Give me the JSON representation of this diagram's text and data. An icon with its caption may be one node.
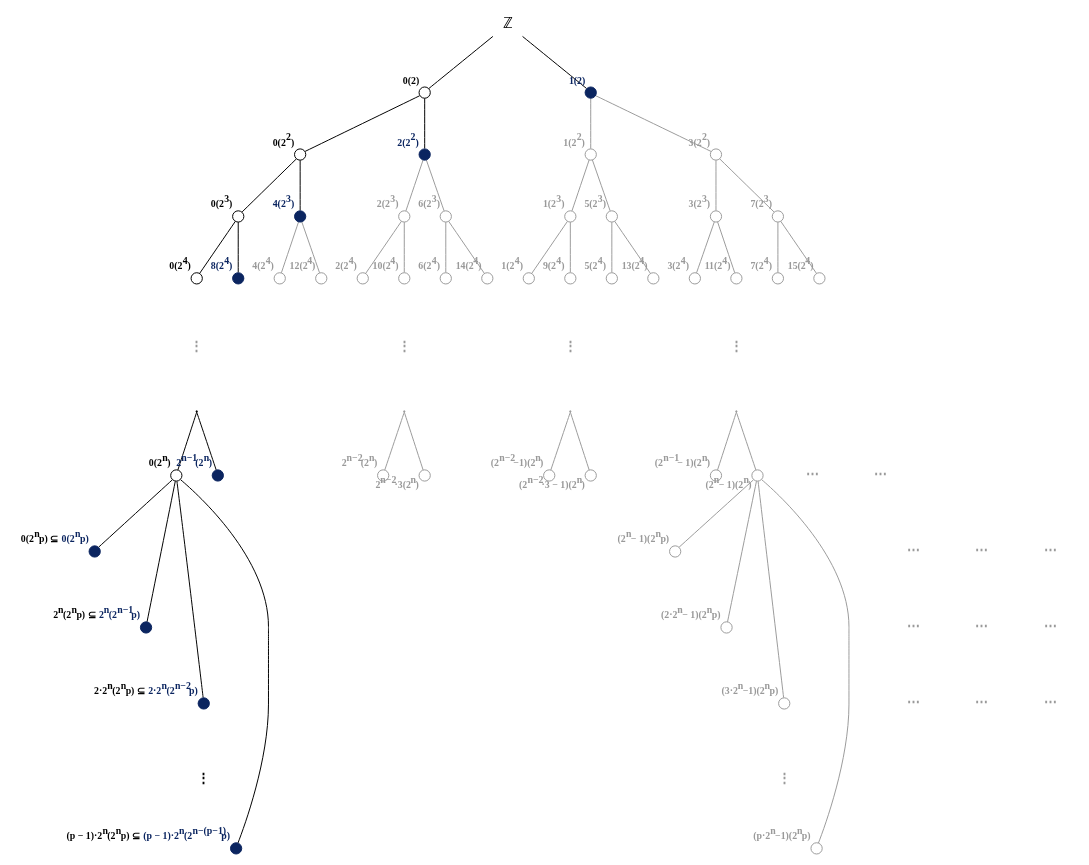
{
  "diagram": {
    "nodes": [
      {
        "text": [
          "ℤ"
        ]
      },
      {
        "text": [],
        "shape": "circle",
        "beside": [
          "0(2)"
        ]
      },
      {
        "text": [],
        "shape": "circle",
        "beside": [
          "1(2)"
        ]
      },
      {
        "text": [],
        "shape": "circle",
        "beside": [
          "0(2$^{2}$)"
        ]
      },
      {
        "text": [],
        "shape": "circle",
        "beside": [
          "2(2$^{2}$)"
        ]
      },
      {
        "text": [],
        "shape": "circle",
        "beside": [
          "1(2$^{2}$)"
        ]
      },
      {
        "text": [],
        "shape": "circle",
        "beside": [
          "3(2$^{2}$)"
        ]
      },
      {
        "text": [],
        "shape": "circle",
        "beside": [
          "0(2$^{3}$)"
        ]
      },
      {
        "text": [],
        "shape": "circle",
        "beside": [
          "4(2$^{3}$)"
        ]
      },
      {
        "text": [],
        "shape": "circle",
        "beside": [
          "2(2$^{3}$)"
        ]
      },
      {
        "text": [],
        "shape": "circle",
        "beside": [
          "6(2$^{3}$)"
        ]
      },
      {
        "text": [],
        "shape": "circle",
        "beside": [
          "1(2$^{3}$)"
        ]
      },
      {
        "text": [],
        "shape": "circle",
        "beside": [
          "5(2$^{3}$)"
        ]
      },
      {
        "text": [],
        "shape": "circle",
        "beside": [
          "3(2$^{3}$)"
        ]
      },
      {
        "text": [],
        "shape": "circle",
        "beside": [
          "7(2$^{3}$)"
        ]
      },
      {
        "text": [],
        "shape": "circle",
        "beside": [
          "0(2$^{4}$)"
        ]
      },
      {
        "text": [],
        "shape": "circle",
        "beside": [
          "8(2$^{4}$)"
        ]
      },
      {
        "text": [],
        "shape": "circle",
        "beside": [
          "4(2$^{4}$)"
        ]
      },
      {
        "text": [],
        "shape": "circle",
        "beside": [
          "12(2$^{4}$)"
        ]
      },
      {
        "text": [],
        "shape": "circle",
        "beside": [
          "2(2$^{4}$)"
        ]
      },
      {
        "text": [],
        "shape": "circle",
        "beside": [
          "10(2$^{4}$)"
        ]
      },
      {
        "text": [],
        "shape": "circle",
        "beside": [
          "6(2$^{4}$)"
        ]
      },
      {
        "text": [],
        "shape": "circle",
        "beside": [
          "14(2$^{4}$)"
        ]
      },
      {
        "text": [],
        "shape": "circle",
        "beside": [
          "1(2$^{4}$)"
        ]
      },
      {
        "text": [],
        "shape": "circle",
        "beside": [
          "9(2$^{4}$)"
        ]
      },
      {
        "text": [],
        "shape": "circle",
        "beside": [
          "5(2$^{4}$)"
        ]
      },
      {
        "text": [],
        "shape": "circle",
        "beside": [
          "13(2$^{4}$)"
        ]
      },
      {
        "text": [],
        "shape": "circle",
        "beside": [
          "3(2$^{4}$)"
        ]
      },
      {
        "text": [],
        "shape": "circle",
        "beside": [
          "11(2$^{4}$)"
        ]
      },
      {
        "text": [],
        "shape": "circle",
        "beside": [
          "7(2$^{4}$)"
        ]
      },
      {
        "text": [],
        "shape": "circle",
        "beside": [
          "15(2$^{4}$)"
        ]
      },
      {
        "text": [],
        "shape": "circle",
        "beside": [
          "0(2$^{n}$)"
        ]
      },
      {
        "text": [],
        "shape": "circle",
        "beside": [
          "2$^{n−1}$(2$^{n}$)"
        ]
      },
      {
        "text": [],
        "shape": "circle",
        "beside": [
          "2$^{n−2}$(2$^{n}$)"
        ]
      },
      {
        "text": [],
        "shape": "circle",
        "beside": [
          "2$^{n−2}$·3(2$^{n}$)"
        ]
      },
      {
        "text": [],
        "shape": "circle",
        "beside": [
          "(2$^{n−2}$−1)(2$^{n}$)"
        ]
      },
      {
        "text": [],
        "shape": "circle",
        "beside": [
          "(2$^{n−2}$·3 − 1)(2$^{n}$)"
        ]
      },
      {
        "text": [],
        "shape": "circle",
        "beside": [
          "(2$^{n−1}$− 1)(2$^{n}$)"
        ]
      },
      {
        "text": [],
        "shape": "circle",
        "beside": [
          "(2$^{n}$− 1)(2$^{n}$)"
        ]
      },
      {
        "text": [],
        "shape": "circle",
        "beside": [
          "0(2$^{n}$p) ⊆",
          "0(2$^{n}$p)"
        ]
      },
      {
        "text": [],
        "shape": "circle",
        "beside": [
          "2$^{n}$(2$^{n}$p) ⊆",
          "2$^{n}$(2$^{n−1}$p)"
        ]
      },
      {
        "text": [],
        "shape": "circle",
        "beside": [
          "2·2$^{n}$(2$^{n}$p) ⊆",
          "2·2$^{n}$(2$^{n−2}$p)"
        ]
      },
      {
        "text": [],
        "shape": "circle",
        "beside": [
          "(p − 1)·2$^{n}$(2$^{n}$p) ⊆",
          "(p − 1)·2$^{n}$(2$^{n−(p−1)}$p)"
        ]
      },
      {
        "text": [],
        "shape": "circle",
        "beside": [
          "(2$^{n}$− 1)(2$^{n}$p)"
        ]
      },
      {
        "text": [],
        "shape": "circle",
        "beside": [
          "(2·2$^{n}$− 1)(2$^{n}$p)"
        ]
      },
      {
        "text": [],
        "shape": "circle",
        "beside": [
          "(3·2$^{n}$−1)(2$^{n}$p)"
        ]
      },
      {
        "text": [],
        "shape": "circle",
        "beside": [
          "(p·2$^{n}$−1)(2$^{n}$p)"
        ]
      },
      {
        "text": [],
        "shape": "point"
      },
      {
        "text": [],
        "shape": "point"
      },
      {
        "text": [],
        "shape": "point"
      },
      {
        "text": [],
        "shape": "point"
      }
    ],
    "edges": [
      {
        "from": 0,
        "to": 1,
        "arrow": "none",
        "color": "#000000"
      },
      {
        "from": 0,
        "to": 2,
        "arrow": "none",
        "color": "#000000"
      },
      {
        "from": 1,
        "to": 3,
        "arrow": "none",
        "color": "#000000"
      },
      {
        "from": 1,
        "to": 4,
        "arrow": "none",
        "color": "#000000"
      },
      {
        "from": 2,
        "to": 5,
        "arrow": "none"
      },
      {
        "from": 2,
        "to": 6,
        "arrow": "none"
      },
      {
        "from": 3,
        "to": 7,
        "arrow": "none",
        "color": "#000000"
      },
      {
        "from": 3,
        "to": 8,
        "arrow": "none",
        "color": "#000000"
      },
      {
        "from": 4,
        "to": 9,
        "arrow": "none"
      },
      {
        "from": 4,
        "to": 10,
        "arrow": "none"
      },
      {
        "from": 5,
        "to": 11,
        "arrow": "none"
      },
      {
        "from": 5,
        "to": 12,
        "arrow": "none"
      },
      {
        "from": 6,
        "to": 13,
        "arrow": "none"
      },
      {
        "from": 6,
        "to": 14,
        "arrow": "none"
      },
      {
        "from": 7,
        "to": 15,
        "arrow": "none",
        "color": "#000000"
      },
      {
        "from": 7,
        "to": 16,
        "arrow": "none",
        "color": "#000000"
      },
      {
        "from": 8,
        "to": 17,
        "arrow": "none"
      },
      {
        "from": 8,
        "to": 18,
        "arrow": "none"
      },
      {
        "from": 9,
        "to": 19,
        "arrow": "none"
      },
      {
        "from": 9,
        "to": 20,
        "arrow": "none"
      },
      {
        "from": 10,
        "to": 21,
        "arrow": "none"
      },
      {
        "from": 10,
        "to": 22,
        "arrow": "none"
      },
      {
        "from": 11,
        "to": 23,
        "arrow": "none"
      },
      {
        "from": 11,
        "to": 24,
        "arrow": "none"
      },
      {
        "from": 12,
        "to": 25,
        "arrow": "none"
      },
      {
        "from": 12,
        "to": 26,
        "arrow": "none"
      },
      {
        "from": 13,
        "to": 27,
        "arrow": "none"
      },
      {
        "from": 13,
        "to": 28,
        "arrow": "none"
      },
      {
        "from": 14,
        "to": 29,
        "arrow": "none"
      },
      {
        "from": 14,
        "to": 30,
        "arrow": "none"
      },
      {
        "from": 47,
        "to": 31,
        "arrow": "none",
        "color": "#000000"
      },
      {
        "from": 47,
        "to": 32,
        "arrow": "none",
        "color": "#000000"
      },
      {
        "from": 48,
        "to": 33,
        "arrow": "none"
      },
      {
        "from": 48,
        "to": 34,
        "arrow": "none"
      },
      {
        "from": 49,
        "to": 35,
        "arrow": "none"
      },
      {
        "from": 49,
        "to": 36,
        "arrow": "none"
      },
      {
        "from": 50,
        "to": 37,
        "arrow": "none"
      },
      {
        "from": 50,
        "to": 38,
        "arrow": "none"
      },
      {
        "from": 31,
        "to": 39,
        "arrow": "none",
        "color": "#000000"
      },
      {
        "from": 31,
        "to": 40,
        "arrow": "none",
        "color": "#000000"
      },
      {
        "from": 31,
        "to": 41,
        "arrow": "none",
        "color": "#000000"
      },
      {
        "from": 31,
        "to": 42,
        "arrow": "none",
        "color": "#000000"
      },
      {
        "from": 38,
        "to": 43,
        "arrow": "none"
      },
      {
        "from": 38,
        "to": 44,
        "arrow": "none"
      },
      {
        "from": 38,
        "to": 45,
        "arrow": "none"
      },
      {
        "from": 38,
        "to": 46,
        "arrow": "none"
      }
    ],
    "labels": [
      "⋮",
      "⋮",
      "⋮",
      "⋮",
      "⋯",
      "⋯",
      "⋯",
      "⋯",
      "⋯",
      "⋯",
      "⋯",
      "⋯",
      "⋯",
      "⋯",
      "⋯",
      "⋮",
      "⋮"
    ]
  }
}
